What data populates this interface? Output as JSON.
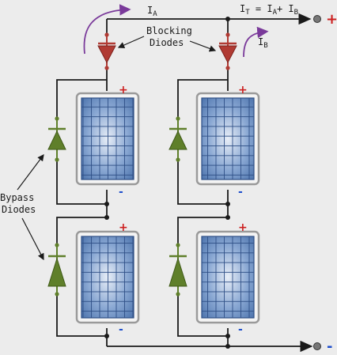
{
  "labels": {
    "blocking_line1": "Blocking",
    "blocking_line2": "Diodes",
    "bypass_line1": "Bypass",
    "bypass_line2": "Diodes",
    "current_a_main": "I",
    "current_a_sub": "A",
    "current_b_main": "I",
    "current_b_sub": "B",
    "total_t1": "I",
    "total_t1_sub": "T",
    "total_t2": " = I",
    "total_t2_sub": "A",
    "total_t3": "+ I",
    "total_t3_sub": "B"
  },
  "polarity": {
    "plus": "+",
    "minus": "-"
  },
  "colors": {
    "background": "#ececec",
    "wire": "#1a1a1a",
    "blocking_diode": "#b03a33",
    "bypass_diode": "#5f7f2a",
    "panel_cell": "#5a82b8",
    "panel_frame": "#9a9a9a",
    "current_arrow": "#7a3a9a",
    "plus_sign": "#cc1f1f",
    "minus_sign": "#1f4fcc"
  },
  "components": {
    "panels": 4,
    "blocking_diodes": 2,
    "bypass_diodes": 4,
    "output_terminals": 2
  }
}
